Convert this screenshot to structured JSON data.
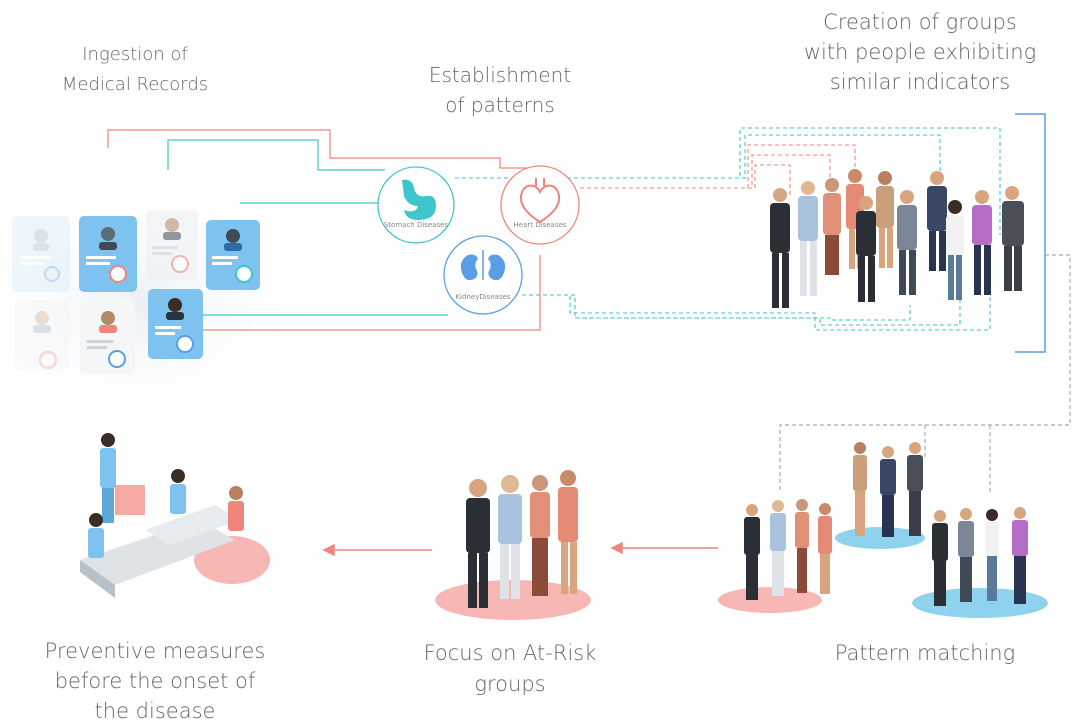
{
  "steps": {
    "ingestion": "Ingestion of\nMedical Records",
    "patterns": "Establishment\nof patterns",
    "groups": "Creation of groups\nwith people exhibiting\nsimilar indicators",
    "preventive": "Preventive measures\nbefore the onset of\nthe disease",
    "focus": "Focus on At-Risk\ngroups",
    "matching": "Pattern matching"
  },
  "diseases": {
    "stomach": "Stomach Diseases",
    "heart": "Heart Diseases",
    "kidney": "KidneyDiseases"
  },
  "colors": {
    "coral": "#f0857c",
    "teal": "#3ec6cc",
    "blue": "#5a9ee6",
    "card_blue": "#7ec3ef",
    "gray_dash": "#aaaaaa",
    "pink_base": "#f7b7b5",
    "blue_base": "#8fd2ee"
  }
}
